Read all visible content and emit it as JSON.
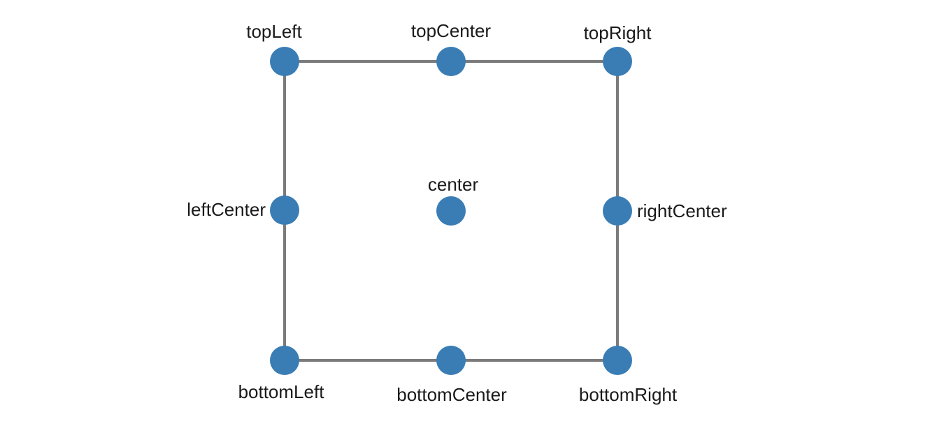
{
  "diagram": {
    "colors": {
      "dot": "#3a7db5",
      "edge": "#7b7b7b",
      "text": "#1a1a1a",
      "background": "#ffffff"
    },
    "labels": {
      "topLeft": "topLeft",
      "topCenter": "topCenter",
      "topRight": "topRight",
      "leftCenter": "leftCenter",
      "center": "center",
      "rightCenter": "rightCenter",
      "bottomLeft": "bottomLeft",
      "bottomCenter": "bottomCenter",
      "bottomRight": "bottomRight"
    }
  }
}
